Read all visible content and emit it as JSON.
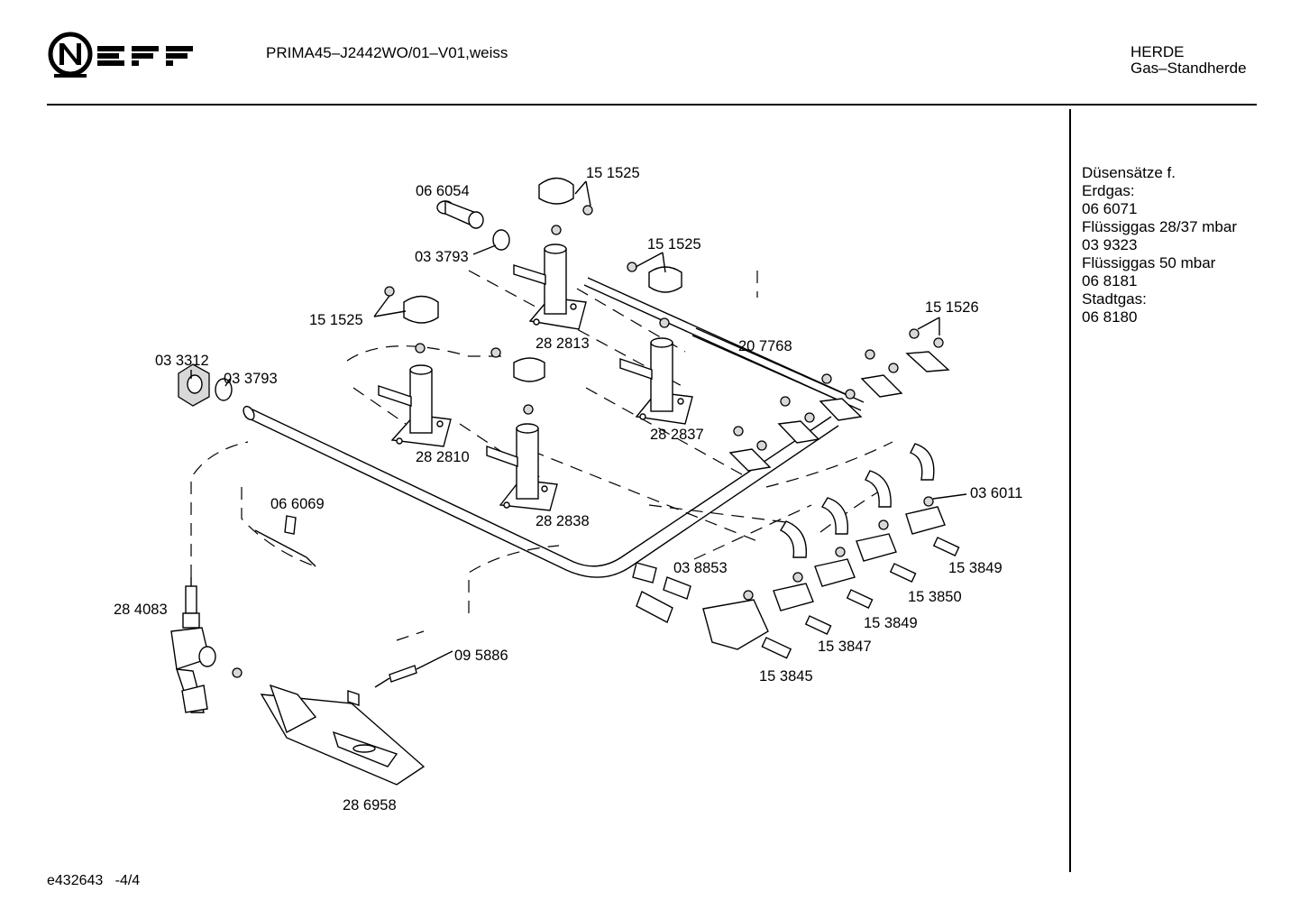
{
  "header": {
    "brand": "NEFF",
    "model": "PRIMA45–J2442WO/01–V01,weiss",
    "category": "HERDE",
    "subcategory": "Gas–Standherde"
  },
  "side_notes": [
    "Düsensätze f.",
    "Erdgas:",
    "06 6071",
    "Flüssiggas 28/37 mbar",
    "03 9323",
    "Flüssiggas 50 mbar",
    "06 8181",
    "Stadtgas:",
    "06 8180"
  ],
  "footer": {
    "code": "e432643   -4/4"
  },
  "parts": [
    "15 1525",
    "06 6054",
    "03 3793",
    "15 1525",
    "15 1525",
    "28 2813",
    "20 7768",
    "15 1526",
    "03 3312",
    "03 3793",
    "28 2837",
    "28 2810",
    "28 2838",
    "06 6069",
    "03 6011",
    "03 8853",
    "15 3849",
    "15 3850",
    "28 4083",
    "15 3849",
    "15 3847",
    "09 5886",
    "15 3845",
    "28 6958"
  ]
}
